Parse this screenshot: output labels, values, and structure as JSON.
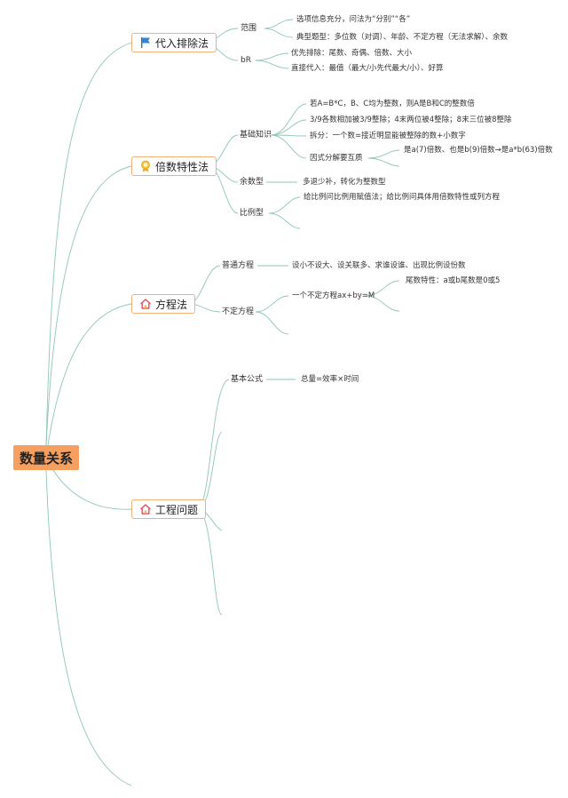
{
  "root": {
    "label": "数量关系"
  },
  "topics": {
    "t1": {
      "label": "代入排除法",
      "icon": "blue-flag-icon",
      "children": {
        "fanwei": {
          "label": "范围",
          "items": [
            "选项信息充分，问法为“分别”“各”",
            "典型题型：多位数（对调）、年龄、不定方程（无法求解）、余数"
          ]
        },
        "br": {
          "label": "bR",
          "items": [
            "优先排除：尾数、奇偶、倍数、大小",
            "直接代入：最值（最大/小先代最大/小）、好算"
          ]
        }
      }
    },
    "t2": {
      "label": "倍数特性法",
      "icon": "award-badge-icon",
      "children": {
        "jichu": {
          "label": "基础知识",
          "items": [
            "若A=B*C，B、C均为整数，则A是B和C的整数倍",
            "3/9各数相加被3/9整除；4末两位被4整除；8末三位被8整除",
            "拆分：一个数=接近明显能被整除的数+小数字",
            "因式分解要互质"
          ],
          "sub_item": "是a(7)倍数、也是b(9)倍数→是a*b(63)倍数"
        },
        "yushu": {
          "label": "余数型",
          "items": [
            "多退少补，转化为整数型"
          ]
        },
        "bili": {
          "label": "比例型",
          "items": [
            "给比例问比例用赋值法；给比例问具体用倍数特性或列方程"
          ]
        }
      }
    },
    "t3": {
      "label": "方程法",
      "icon": "home-icon",
      "children": {
        "putong": {
          "label": "普通方程",
          "items": [
            "设小不设大、设关联多、求谁设谁、出现比例设份数"
          ]
        },
        "buding": {
          "label": "不定方程",
          "items": [
            "一个不定方程ax+by=M"
          ],
          "sub_item": "尾数特性：a或b尾数是0或5"
        }
      }
    },
    "t4": {
      "label": "工程问题",
      "icon": "home-icon",
      "children": {
        "jiben": {
          "label": "基本公式",
          "items": [
            "总量=效率×时间"
          ]
        }
      }
    }
  },
  "colors": {
    "root_fill": "#f5a060",
    "topic_border": "#f0b07a",
    "connector": "#8fc7b3"
  }
}
